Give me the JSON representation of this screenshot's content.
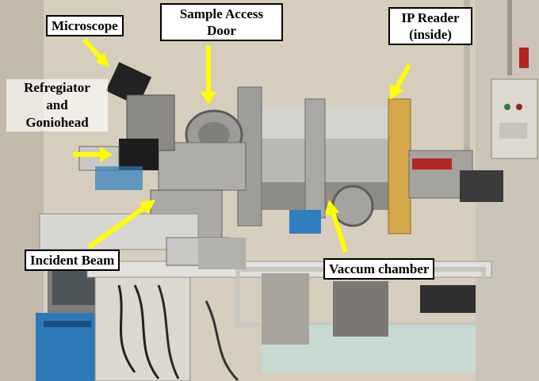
{
  "labels": {
    "microscope": "Microscope",
    "sample_access_door": [
      "Sample Access",
      "Door"
    ],
    "ip_reader": [
      "IP Reader",
      "(inside)"
    ],
    "refregiator_goniohead": [
      "Refregiator",
      "and",
      "Goniohead"
    ],
    "incident_beam": "Incident Beam",
    "vaccum_chamber": "Vaccum chamber"
  },
  "colors": {
    "arrow": "#ffff00",
    "label_bg": "#ffffff",
    "label_border": "#000000"
  }
}
